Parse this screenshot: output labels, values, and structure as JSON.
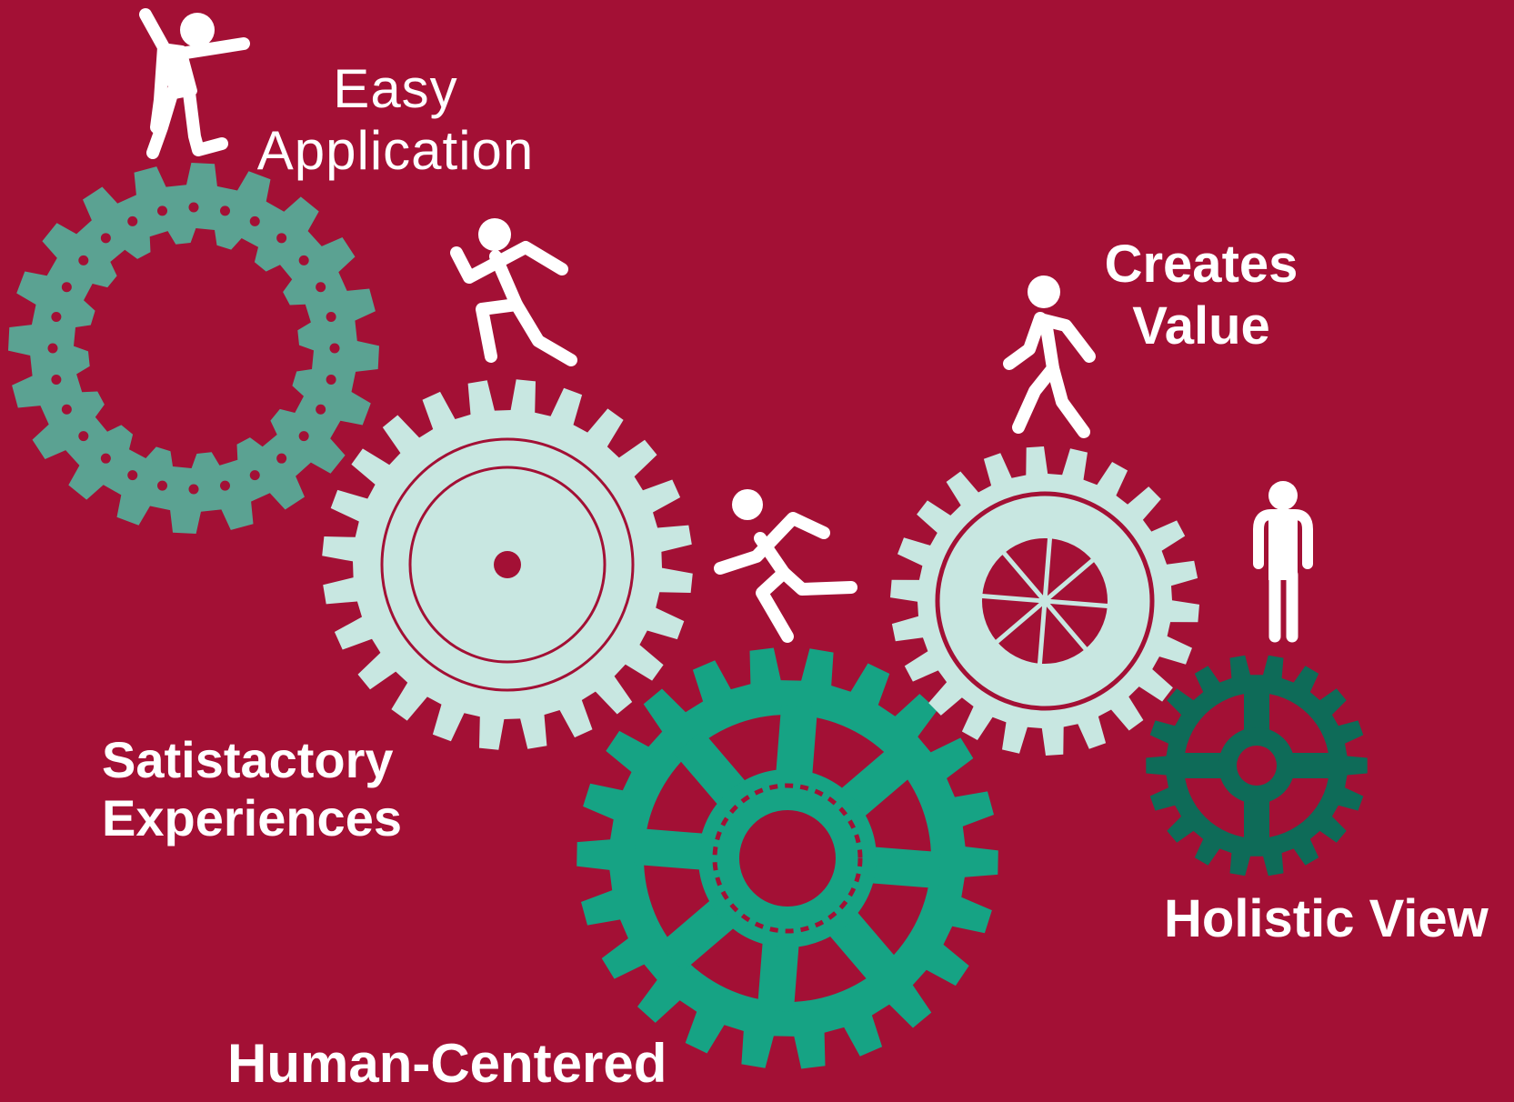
{
  "labels": {
    "easy": [
      "Easy",
      "Application"
    ],
    "satisfactory": [
      "Satistactory",
      "Experiences"
    ],
    "creates": [
      "Creates",
      "Value"
    ],
    "holistic": "Holistic View",
    "human": "Human-Centered"
  },
  "colors": {
    "background": "#a31035",
    "gear_teal_muted": "#5ba292",
    "gear_mint_light": "#c8e7e1",
    "gear_teal_bright": "#16a384",
    "gear_teal_dark": "#0e6b58",
    "figure": "#ffffff"
  },
  "icons": [
    "cheering-person-icon",
    "running-person-icon",
    "running-person-icon",
    "walking-person-icon",
    "standing-person-icon",
    "gear-icon"
  ]
}
